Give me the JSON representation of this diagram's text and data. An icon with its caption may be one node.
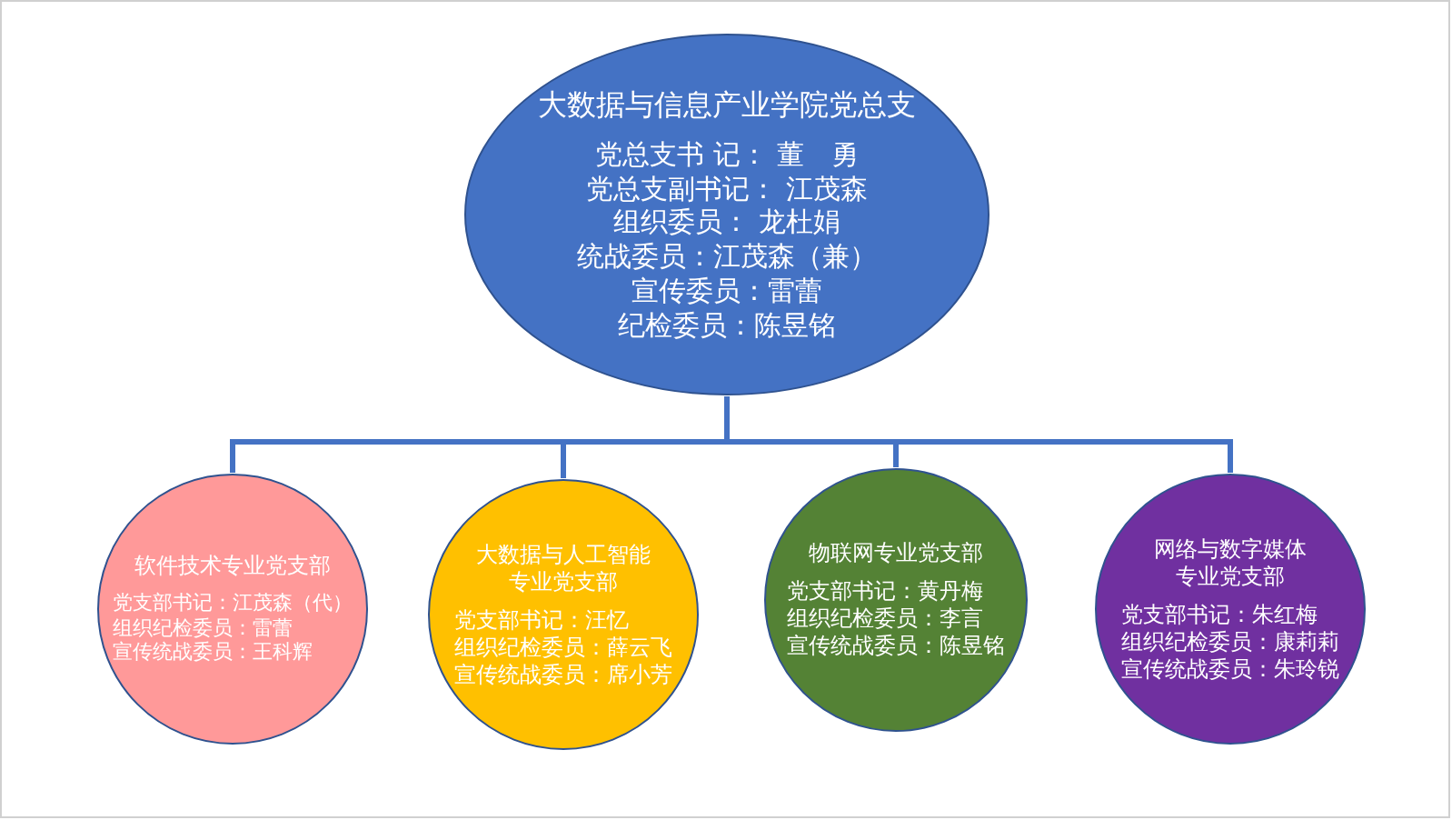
{
  "diagram": {
    "nodes": [
      {
        "text": [
          "大数据与信息产业学院党总支",
          "党总支书 记：  董　勇",
          "党总支副书记：  江茂森",
          "组织委员：  龙杜娟",
          "统战委员：江茂森（兼）",
          "宣传委员：雷蕾",
          "纪检委员：陈昱铭"
        ]
      },
      {
        "text": [
          "软件技术专业党支部",
          "党支部书记：江茂森（代）",
          "组织纪检委员：雷蕾",
          "宣传统战委员：王科辉"
        ]
      },
      {
        "text": [
          "大数据与人工智能专业党支部",
          "党支部书记：汪忆",
          "组织纪检委员：薛云飞",
          "宣传统战委员：席小芳"
        ]
      },
      {
        "text": [
          "物联网专业党支部",
          "党支部书记：黄丹梅",
          "组织纪检委员：李言",
          "宣传统战委员：陈昱铭"
        ]
      },
      {
        "text": [
          "网络与数字媒体专业党支部",
          "党支部书记：朱红梅",
          "组织纪检委员：康莉莉",
          "宣传统战委员：朱玲锐"
        ]
      }
    ],
    "edges": [
      {
        "from": 0,
        "to": 1,
        "arrow": "none"
      },
      {
        "from": 0,
        "to": 2,
        "arrow": "none"
      },
      {
        "from": 0,
        "to": 3,
        "arrow": "none"
      },
      {
        "from": 0,
        "to": 4,
        "arrow": "none"
      }
    ]
  }
}
